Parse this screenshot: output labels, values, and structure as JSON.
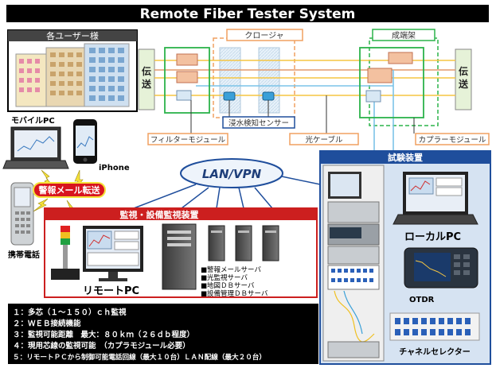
{
  "title": "Remote Fiber Tester System",
  "users_box": {
    "label": "各ユーザー様"
  },
  "closure": {
    "label": "クロージャ"
  },
  "joint_rack": {
    "label": "成端架"
  },
  "transmission_left": {
    "label": "伝送"
  },
  "transmission_right": {
    "label": "伝送"
  },
  "water_sensor": {
    "label": "浸水検知センサー"
  },
  "filter_module": {
    "label": "フィルターモジュール"
  },
  "optical_cable": {
    "label": "光ケーブル"
  },
  "coupler_module": {
    "label": "カプラーモジュール"
  },
  "mobile_pc": {
    "label": "モバイルPC"
  },
  "iphone": {
    "label": "iPhone"
  },
  "cell_phone": {
    "label": "携帯電話"
  },
  "alarm_mail": {
    "label": "警報メール転送"
  },
  "network": {
    "label": "LAN/VPN"
  },
  "monitor_box": {
    "label": "監視・設備監視装置",
    "remote_pc": "リモートPC",
    "servers": [
      "■警報メールサーバ",
      "■光監視サーバ",
      "■地図ＤＢサーバ",
      "■設備管理ＤＢサーバ"
    ]
  },
  "test_equipment": {
    "label": "試験装置",
    "local_pc": "ローカルPC",
    "otdr": "OTDR",
    "channel_selector": "チャネルセレクター"
  },
  "features": [
    "１：多芯（１～１５０）ｃｈ監視",
    "２：ＷＥＢ接続機能",
    "３：監視可能距離　最大：８０ｋｍ（２６ｄｂ程度）",
    "４：現用芯線の監視可能　（カプラモジュール必要）",
    "５：リモートＰＣから制御可能電話回線（最大１０台）ＬＡＮ配線（最大２０台）"
  ],
  "colors": {
    "title_bg": "#000000",
    "orange": "#f0a060",
    "green": "#2bb34a",
    "blue_box": "#1f4e9c",
    "red_box": "#cc1f1f",
    "fiber": "#f5c542"
  }
}
